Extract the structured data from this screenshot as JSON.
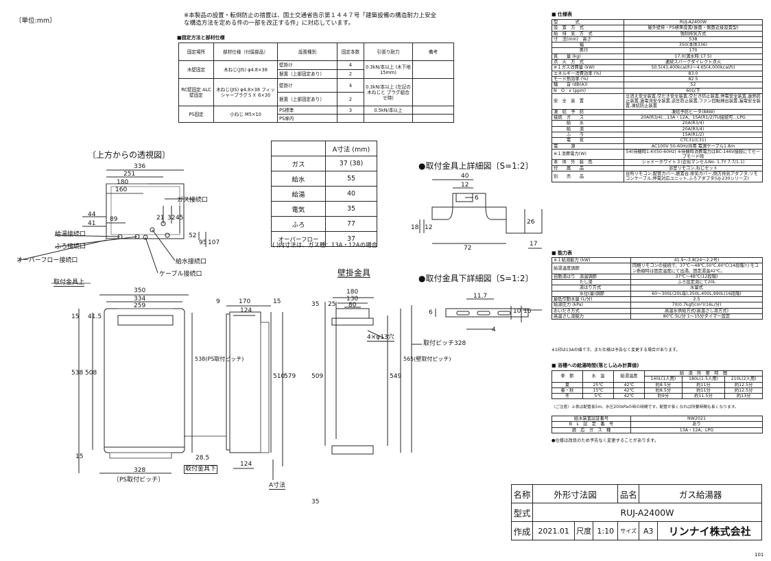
{
  "unit_label": "〔単位:mm〕",
  "notice": "※本製品の設置・転倒防止の措置は、国土交通省告示第１４４７号「建築設備の構造耐力上安全な構造方法を定める件の一部を改正する件」に対応しています。",
  "fixing": {
    "title": "■固定方法と部材仕様",
    "headers": [
      "固定場所",
      "部材仕様（付属部品）",
      "設置種別",
      "固定本数",
      "引張り耐力",
      "備考"
    ],
    "rows": [
      [
        "木壁固定",
        "木ねじ(JIS) φ4.8×38",
        "壁掛け",
        "4",
        "0.3kN/本以上 (木下地15mm)",
        ""
      ],
      [
        "",
        "",
        "据置（上部固定あり）",
        "2",
        "",
        ""
      ],
      [
        "RC壁固定 ALC壁固定",
        "木ねじ(JIS) φ4.8×38 フィッシャープラグＳＸ 6×30",
        "壁掛け",
        "4",
        "0.3kN/本以上 (左記の木ねじと プラグ組合せ時)",
        ""
      ],
      [
        "",
        "",
        "据置（上部固定あり）",
        "2",
        "",
        ""
      ],
      [
        "PS固定",
        "小ねじ M5×10",
        "PS標準",
        "3",
        "0.5kN/本以上",
        ""
      ],
      [
        "",
        "",
        "PS扉内",
        "",
        "",
        ""
      ]
    ]
  },
  "adim": {
    "header": "A寸法 (mm)",
    "rows": [
      [
        "ガス",
        "37 (38)"
      ],
      [
        "給水",
        "55"
      ],
      [
        "給湯",
        "40"
      ],
      [
        "電気",
        "35"
      ],
      [
        "ふろ",
        "77"
      ],
      [
        "オーバーフロー",
        "37"
      ]
    ],
    "note": "( )内寸法は、ガス種：13A・12Aの場合"
  },
  "top_view": {
    "title": "〔上方からの透視図〕",
    "dims": [
      "336",
      "251",
      "180",
      "160",
      "89",
      "44",
      "41",
      "21",
      "32",
      "45",
      "52",
      "95",
      "107"
    ],
    "labels": [
      "ガス接続口",
      "給湯接続口",
      "ふろ接続口",
      "オーバーフロー接続口",
      "給水接続口",
      "ケーブル接続口"
    ]
  },
  "front_view": {
    "dims": [
      "350",
      "334",
      "259",
      "41.5",
      "15",
      "538",
      "508",
      "538(PS取付ピッチ)",
      "15",
      "328",
      "28.5"
    ],
    "labels": [
      "取付金具上",
      "〔PS取付ピッチ〕",
      "取付金具下"
    ]
  },
  "side_view": {
    "dims": [
      "9",
      "170",
      "15",
      "124",
      "510",
      "579",
      "124"
    ],
    "label": "A寸法"
  },
  "bracket": {
    "title": "壁掛金具",
    "dims": [
      "180",
      "130",
      "80",
      "35",
      "25",
      "509",
      "549",
      "565(壁取付ピッチ)",
      "35"
    ],
    "labels": [
      "4×φ13穴",
      "取付ピッチ328"
    ]
  },
  "detail_top": {
    "title": "●取付金具上詳細図〔S=1:2〕",
    "dims": [
      "40",
      "12",
      "6",
      "18",
      "12",
      "72",
      "26",
      "17"
    ]
  },
  "detail_bottom": {
    "title": "●取付金具下詳細図〔S=1:2〕",
    "dims": [
      "11.7",
      "6",
      "10",
      "16",
      "4"
    ]
  },
  "spec": {
    "title": "■ 仕様表",
    "rows": [
      [
        "型　　　　式",
        "RUJ-A2400W"
      ],
      [
        "設　置　方　式",
        "屋外壁掛・PS標準設置(後面・側面近接設置型)"
      ],
      [
        "給　排　気　方　式",
        "強制排気方式"
      ],
      [
        "寸　法(mm)　高さ",
        "538"
      ],
      [
        "　　　　　　幅",
        "350(本体336)"
      ],
      [
        "　　　　　　奥行",
        "170"
      ],
      [
        "質　　量 (kg)",
        "17.0(満水時:17.5)"
      ],
      [
        "点　火　方　式",
        "連続スパークダイレクト点火"
      ],
      [
        "※１ガス消費量 (kW)",
        "50.5(43,400kcal/h)～4.65(4,000kcal/h)"
      ],
      [
        "エネルギー消費効率 (%)",
        "83.0"
      ],
      [
        "モード熱効率 (%)",
        "82.5"
      ],
      [
        "騒　　音 (dB(A))",
        "52"
      ],
      [
        "N　O　x (ppm)",
        "60以下"
      ],
      [
        "安　全　装　置",
        "立消え安全装置,空だき安全装置,空だき防止装置,停電安全装置,過熱防止装置,過電流安全装置,逆圧防止装置,ファン回転検出装置,漏電安全装置,凍結防止装置"
      ],
      [
        "凍　結　予　防",
        "凍結予防ヒータ(88W)"
      ],
      [
        "接続　ガ　　ス",
        "20A(R3/4)…13A・12A、15A(R1/2)TU接続可…LPG"
      ],
      [
        "　　　給　　水",
        "20A(R3/4)"
      ],
      [
        "　　　給　　湯",
        "20A(R3/4)"
      ],
      [
        "　　　ふ　　ろ",
        "15A(R1/2)"
      ],
      [
        "　　　電　　気",
        "CTC31(C31)"
      ],
      [
        "電　　　源",
        "AC100V 50-60Hz共用 電源ケーブル1.8m"
      ],
      [
        "※１消費電力(W)",
        "54(待機時1.4)(50-60Hz) ※待機時消費電力はBC-146V接続にてセーブモード時"
      ],
      [
        "本　体　外　装　色",
        "シャドーホワイト３(近似マンセルNo. 1.7Y 7.7/1.1)"
      ],
      [
        "付　　属　　品",
        "浴室リモコン,ねじセット"
      ],
      [
        "別　　売　　品",
        "台所リモコン,配管カバー,据置台,排気カバー,側方排気アダプタ,リモコンケーブル,停電対応ユニット,ふろアダプタ(UJ-230シリーズ)"
      ]
    ]
  },
  "capacity": {
    "title": "■ 能力表",
    "rows": [
      [
        "※１給湯能力 (kW)",
        "41.9～3.8(24～2.2号)"
      ],
      [
        "給湯温度調節",
        "同梱リモコンの接続で、37℃～48℃,50℃,60℃(14段階)リモコン断線時は固定温度にて出湯。固定湯温42℃。"
      ],
      [
        "自動湯はり　湯温調節",
        "37℃～48℃(12段階)"
      ],
      [
        "　　　　　　たし湯",
        "ふろ設定湯にて20L"
      ],
      [
        "　　　　　　湯はり方式",
        "水量式"
      ],
      [
        "　　　　　　水位(量)調節",
        "60～300L(20L毎),350L,400L,990L(16段階)"
      ],
      [
        "最低作動水量 (L/分)",
        "2.5"
      ],
      [
        "給湯圧力 (kPa)",
        "70(0.7kgf/cm²)(16L/分)"
      ],
      [
        "おいだき方式",
        "高温水供給方式(高温さし湯方式)"
      ],
      [
        "高温さし湯能力",
        "80℃ 5L/分 1～15分タイマー設定"
      ]
    ],
    "note": "※1印は13Aの値です。また仕様は予告なく変更する場合があります。"
  },
  "bath": {
    "title": "■ 浴槽への給湯時間(落とし込み計算値)",
    "headers": [
      "季　節",
      "水　温",
      "給湯温度",
      "140L(1人用)",
      "180L(1.5人用)",
      "210L(2人用)"
    ],
    "group_header": "給　湯　所　要　時　間",
    "rows": [
      [
        "夏",
        "25℃",
        "42℃",
        "約8.5分",
        "約11分",
        "約12.5分"
      ],
      [
        "春・秋",
        "15℃",
        "42℃",
        "約8.5分",
        "約11分",
        "約12.5分"
      ],
      [
        "冬",
        "5℃",
        "42℃",
        "約9分",
        "約11.5分",
        "約13分"
      ]
    ],
    "note": "〈ご注意〉上表は配管長5m、水圧200kPaの時の時間です。配管が長くなれば所要時間も長くなります。"
  },
  "cert": {
    "rows": [
      [
        "給水装置認証番号",
        "NW2021"
      ],
      [
        "B　L　認　定　番　号",
        "あり"
      ],
      [
        "適　応　ガ　ス　種",
        "13A・12A、LPG"
      ]
    ],
    "note": "●仕様は改良のため予告なく変更することがあります。"
  },
  "title_block": {
    "name_label": "名称",
    "name": "外形寸法図",
    "product_label": "品名",
    "product": "ガス給湯器",
    "model_label": "型式",
    "model": "RUJ-A2400W",
    "made_label": "作成",
    "made": "2021.01",
    "scale_label": "尺度",
    "scale": "1:10",
    "size_label": "サイズ",
    "size": "A3",
    "company": "リンナイ株式会社",
    "page": "101"
  }
}
